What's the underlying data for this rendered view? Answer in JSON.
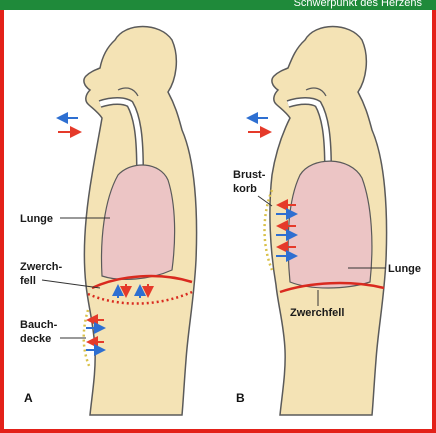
{
  "header": {
    "text": "Schwerpunkt des Herzens"
  },
  "panel_a": {
    "letter": "A",
    "labels": {
      "lunge": "Lunge",
      "zwerchfell_1": "Zwerch-",
      "zwerchfell_2": "fell",
      "bauchdecke_1": "Bauch-",
      "bauchdecke_2": "decke"
    }
  },
  "panel_b": {
    "letter": "B",
    "labels": {
      "brustkorb_1": "Brust-",
      "brustkorb_2": "korb",
      "lunge": "Lunge",
      "zwerchfell": "Zwerchfell"
    }
  },
  "colors": {
    "body": "#f4e3b5",
    "outline": "#5a5a5a",
    "lung": "#ecc5c5",
    "arrow_out": "#2e6fd1",
    "arrow_in": "#e53a2a",
    "frame": "#e32119",
    "header": "#1f8a3a"
  }
}
